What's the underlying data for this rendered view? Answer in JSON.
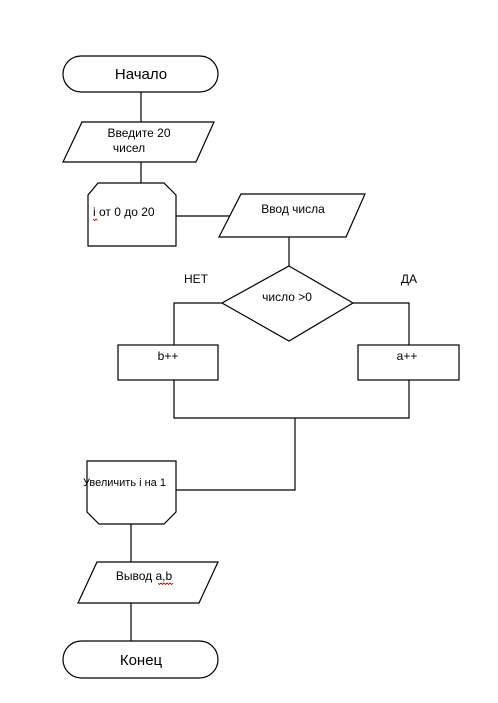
{
  "flowchart": {
    "start": "Начало",
    "input_numbers_line1": "Введите 20",
    "input_numbers_line2": "чисел",
    "loop": "i от 0 до 20",
    "input_number": "Ввод числа",
    "condition": "число >0",
    "branch_no": "НЕТ",
    "branch_yes": "ДА",
    "increment_b": "b++",
    "increment_a": "a++",
    "increment_i": "Увеличить i на 1",
    "output": "Вывод a,b",
    "end": "Конец"
  },
  "colors": {
    "stroke": "#000000",
    "background": "#ffffff",
    "spellcheck": "#c00000"
  }
}
